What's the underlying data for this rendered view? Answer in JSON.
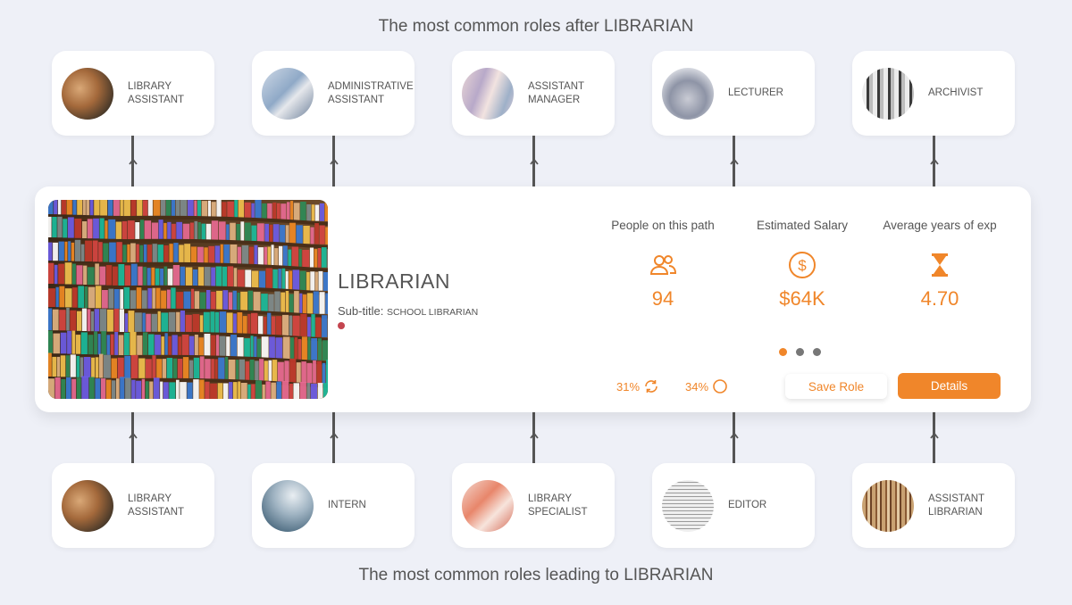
{
  "headings": {
    "top": "The most common roles after LIBRARIAN",
    "bottom": "The most common roles leading to LIBRARIAN"
  },
  "next_roles": [
    {
      "label": "LIBRARY\nASSISTANT",
      "icon": "library-assistant-photo"
    },
    {
      "label": "ADMINISTRATIVE\nASSISTANT",
      "icon": "administrative-assistant-photo"
    },
    {
      "label": "ASSISTANT\nMANAGER",
      "icon": "assistant-manager-photo"
    },
    {
      "label": "LECTURER",
      "icon": "lecturer-photo"
    },
    {
      "label": "ARCHIVIST",
      "icon": "archivist-photo"
    }
  ],
  "previous_roles": [
    {
      "label": "LIBRARY\nASSISTANT",
      "icon": "library-assistant-photo"
    },
    {
      "label": "INTERN",
      "icon": "intern-photo"
    },
    {
      "label": "LIBRARY\nSPECIALIST",
      "icon": "library-specialist-photo"
    },
    {
      "label": "EDITOR",
      "icon": "editor-photo"
    },
    {
      "label": "ASSISTANT\nLIBRARIAN",
      "icon": "assistant-librarian-photo"
    }
  ],
  "main": {
    "title": "LIBRARIAN",
    "subtitle_label": "Sub-title:",
    "subtitle_value": "SCHOOL LIBRARIAN",
    "stats": [
      {
        "label": "People on this path",
        "value": "94",
        "icon": "people-icon"
      },
      {
        "label": "Estimated Salary",
        "value": "$64K",
        "icon": "dollar-icon"
      },
      {
        "label": "Average years of exp",
        "value": "4.70",
        "icon": "hourglass-icon"
      }
    ],
    "metrics": [
      {
        "value": "31%",
        "icon": "refresh-icon"
      },
      {
        "value": "34%",
        "icon": "circle-icon"
      }
    ],
    "pager": {
      "count": 3,
      "active": 0
    },
    "buttons": {
      "save": "Save Role",
      "details": "Details"
    }
  },
  "colors": {
    "accent": "#f0862a",
    "background": "#eef0f7",
    "marker": "#c4454f",
    "pager_inactive": "#777777"
  }
}
